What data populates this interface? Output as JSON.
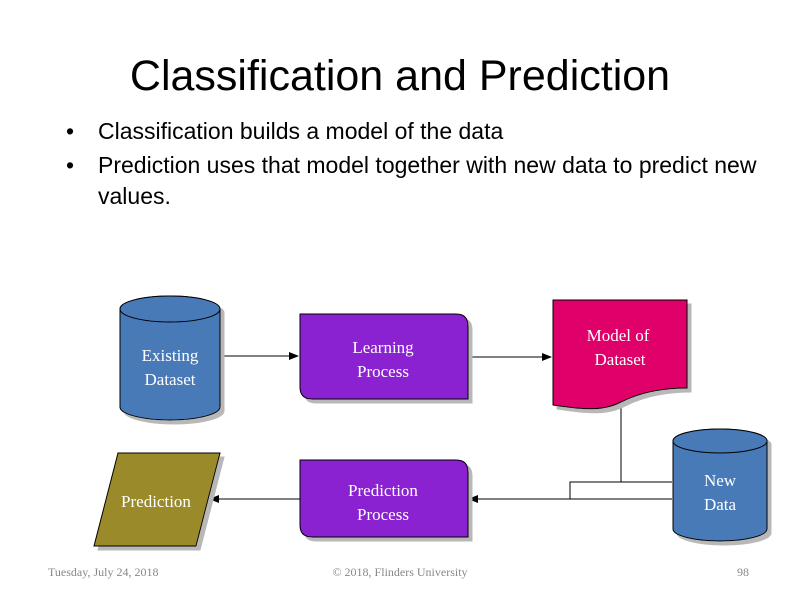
{
  "slide": {
    "title": "Classification and Prediction",
    "bullets": [
      "Classification builds a model of the data",
      "Prediction uses that model together with new data to predict new values."
    ]
  },
  "diagram": {
    "existing_dataset": [
      "Existing",
      "Dataset"
    ],
    "learning_process": [
      "Learning",
      "Process"
    ],
    "model_of_dataset": [
      "Model of",
      "Dataset"
    ],
    "new_data": [
      "New",
      "Data"
    ],
    "prediction_process": [
      "Prediction",
      "Process"
    ],
    "prediction": "Prediction",
    "colors": {
      "dataset_blue": "#4a7ab8",
      "process_purple": "#8a20d2",
      "model_magenta": "#e0006a",
      "prediction_olive": "#9a8a2c"
    }
  },
  "footer": {
    "date": "Tuesday, July 24, 2018",
    "copyright": "© 2018, Flinders University",
    "page": "98"
  }
}
